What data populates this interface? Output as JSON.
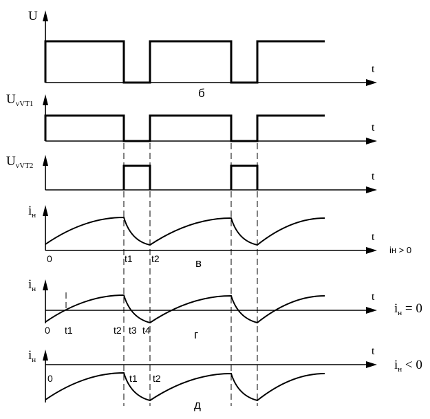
{
  "panels": {
    "u": {
      "ylabel": "U",
      "xlabel": "t",
      "caption": "б"
    },
    "uvt1": {
      "ylabel_main": "U",
      "ylabel_sub": "vVT1",
      "xlabel": "t"
    },
    "uvt2": {
      "ylabel_main": "U",
      "ylabel_sub": "vVT2",
      "xlabel": "t"
    },
    "v": {
      "ylabel_main": "i",
      "ylabel_sub": "н",
      "xlabel": "t",
      "caption": "в",
      "ticks": [
        "0",
        "t1",
        "t2"
      ],
      "condition": "iн > 0"
    },
    "g": {
      "ylabel_main": "i",
      "ylabel_sub": "н",
      "xlabel": "t",
      "caption": "г",
      "ticks": [
        "0",
        "t1",
        "t2",
        "t3",
        "t4"
      ],
      "condition_main": "i",
      "condition_sub": "н",
      "condition_rest": " = 0"
    },
    "d": {
      "ylabel_main": "i",
      "ylabel_sub": "н",
      "xlabel": "t",
      "caption": "д",
      "ticks": [
        "0",
        "t1",
        "t2"
      ],
      "condition_main": "i",
      "condition_sub": "н",
      "condition_rest": " < 0"
    }
  }
}
